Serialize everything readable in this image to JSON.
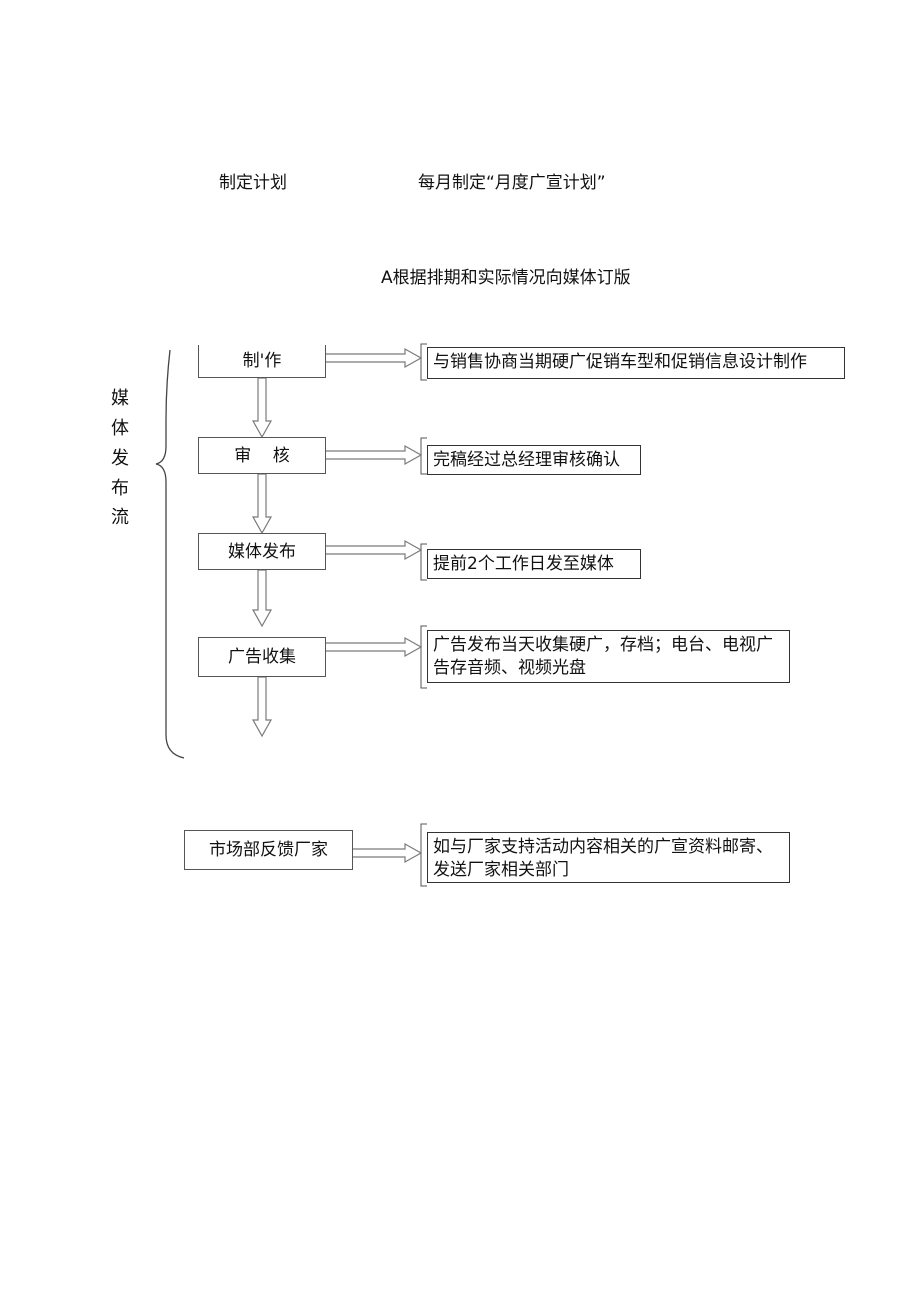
{
  "header": {
    "plan_label": "制定计划",
    "plan_desc": "每月制定“月度广宣计划”",
    "booking_desc": "A根据排期和实际情况向媒体订版"
  },
  "side_label": [
    "媒",
    "体",
    "发",
    "布",
    "流"
  ],
  "steps": [
    {
      "label": "制'作",
      "note": [
        "与销售协商当期硬广促销车型和促销信息设计制作"
      ]
    },
    {
      "label": "审    核",
      "note": [
        "完稿经过总经理审核确认"
      ]
    },
    {
      "label": "媒体发布",
      "note": [
        "提前2个工作日发至媒体"
      ]
    },
    {
      "label": "广告收集",
      "note": [
        "广告发布当天收集硬广，存档；电台、电视广",
        "告存音频、视频光盘"
      ]
    }
  ],
  "feedback": {
    "label": "市场部反馈厂家",
    "note": [
      "如与厂家支持活动内容相关的广宣资料邮寄、",
      "发送厂家相关部门"
    ]
  }
}
